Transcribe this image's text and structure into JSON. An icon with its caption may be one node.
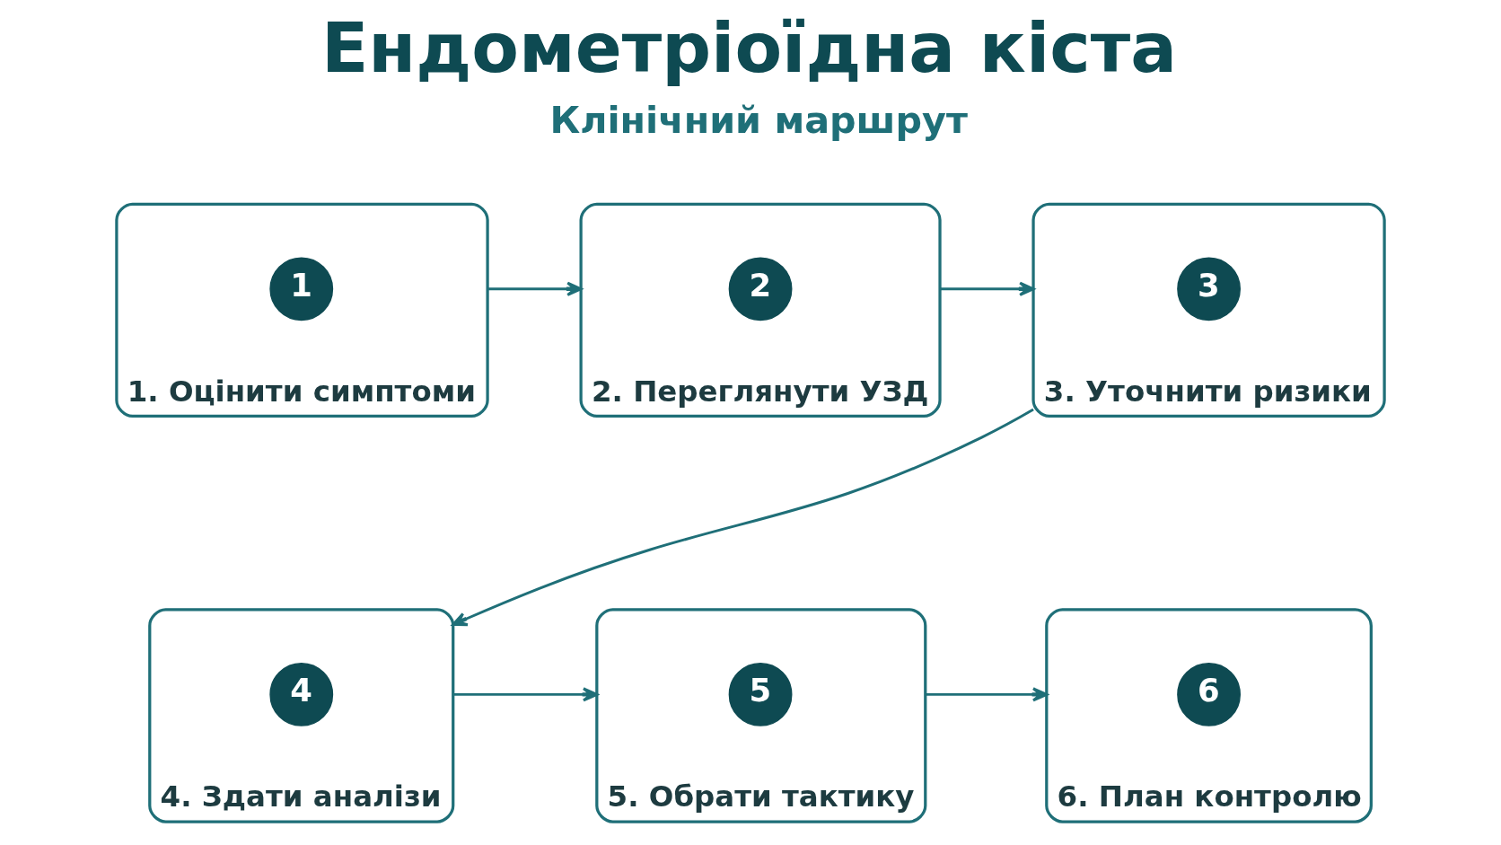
{
  "diagram": {
    "title": "Ендометріоїдна кіста",
    "nodes": [
      {
        "text": [
          "1. Оцінити симптоми"
        ]
      },
      {
        "text": [
          "1"
        ],
        "in": 0
      },
      {
        "text": [
          "2. Переглянути УЗД"
        ]
      },
      {
        "text": [
          "2"
        ],
        "in": 2
      },
      {
        "text": [
          "3. Уточнити ризики"
        ]
      },
      {
        "text": [
          "3"
        ],
        "in": 4
      },
      {
        "text": [
          "4. Здати аналізи"
        ]
      },
      {
        "text": [
          "4"
        ],
        "in": 6
      },
      {
        "text": [
          "5. Обрати тактику"
        ]
      },
      {
        "text": [
          "5"
        ],
        "in": 8
      },
      {
        "text": [
          "6. План контролю"
        ]
      },
      {
        "text": [
          "6"
        ],
        "in": 10
      }
    ],
    "edges": [
      {
        "from": 0,
        "to": 2,
        "arrow": "to"
      },
      {
        "from": 2,
        "to": 4,
        "arrow": "to"
      },
      {
        "from": 4,
        "to": 6,
        "arrow": "to"
      },
      {
        "from": 6,
        "to": 8,
        "arrow": "to"
      },
      {
        "from": 8,
        "to": 10,
        "arrow": "to"
      }
    ],
    "labels": [
      "Клінічний маршрут"
    ]
  }
}
